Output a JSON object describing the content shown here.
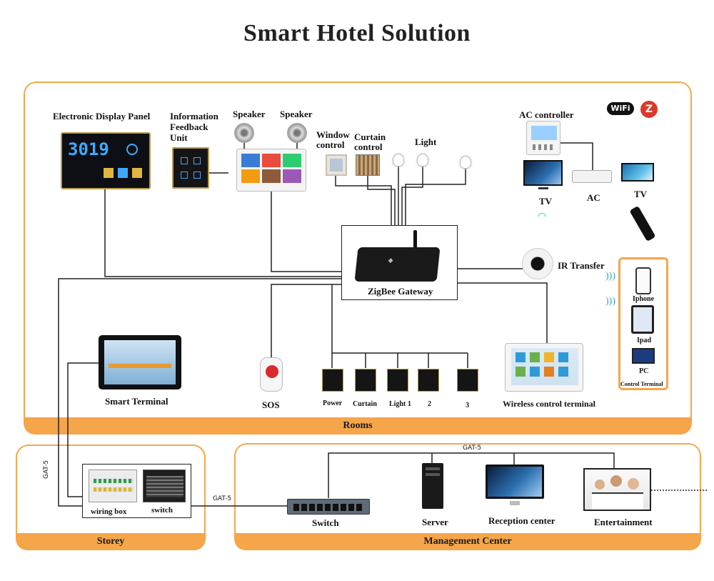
{
  "title": "Smart Hotel Solution",
  "labels": {
    "edp": "Electronic Display Panel",
    "edp_number": "3019",
    "info": "Information",
    "feedback": "Feedback",
    "unit": "Unit",
    "speaker1": "Speaker",
    "speaker2": "Speaker",
    "window": "Window",
    "window2": "control",
    "curtain": "Curtain",
    "curtain2": "control",
    "light": "Light",
    "ac_controller": "AC controller",
    "wifi": "WiFi",
    "zigbee_logo": "Z",
    "tv1": "TV",
    "ac": "AC",
    "tv2": "TV",
    "gateway": "ZigBee Gateway",
    "ir": "IR Transfer",
    "iphone": "Iphone",
    "ipad": "Ipad",
    "pc": "PC",
    "control_terminal": "Control Terminal",
    "smart_terminal": "Smart Terminal",
    "sos": "SOS",
    "power": "Power",
    "curtain_sw": "Curtain",
    "light1": "Light 1",
    "sw2": "2",
    "sw3": "3",
    "wireless": "Wireless control terminal",
    "rooms": "Rooms",
    "gat5_left": "GAT-5",
    "gat5_mid": "GAT-5",
    "gat5_top": "GAT-5",
    "wiring_box": "wiring box",
    "switch_storey": "switch",
    "storey": "Storey",
    "switch_mgmt": "Switch",
    "server": "Server",
    "reception": "Reception center",
    "entertainment": "Entertainment",
    "management": "Management Center"
  },
  "colors": {
    "accent_orange": "#f5a54a",
    "border_orange": "#f2a94a",
    "device_dark": "#1c1c1c",
    "panel_blue": "#2f6fd6"
  }
}
